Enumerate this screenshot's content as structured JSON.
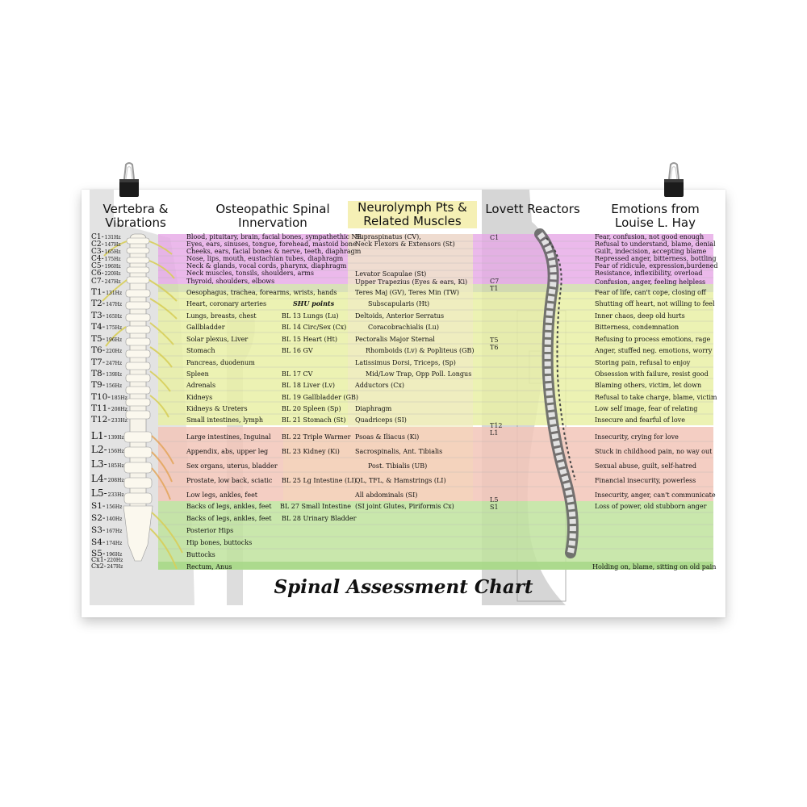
{
  "headers": {
    "vertebra": [
      "Vertebra &",
      "Vibrations"
    ],
    "osteo": [
      "Osteopathic Spinal",
      "Innervation"
    ],
    "neuro": [
      "Neurolymph Pts &",
      "Related Muscles"
    ],
    "lovett": "Lovett Reactors",
    "emotions": [
      "Emotions from",
      "Louise L. Hay"
    ]
  },
  "shu_label": "SHU points",
  "title": "Spinal Assessment Chart",
  "vertebrae": [
    {
      "label": "C1-",
      "hz": "131Hz"
    },
    {
      "label": "C2-",
      "hz": "147Hz"
    },
    {
      "label": "C3-",
      "hz": "165Hz"
    },
    {
      "label": "C4-",
      "hz": "175Hz"
    },
    {
      "label": "C5-",
      "hz": "196Hz"
    },
    {
      "label": "C6-",
      "hz": "220Hz"
    },
    {
      "label": "C7-",
      "hz": "247Hz"
    },
    {
      "label": "T1-",
      "hz": "131Hz"
    },
    {
      "label": "T2-",
      "hz": "147Hz"
    },
    {
      "label": "T3-",
      "hz": "165Hz"
    },
    {
      "label": "T4-",
      "hz": "175Hz"
    },
    {
      "label": "T5-",
      "hz": "196Hz"
    },
    {
      "label": "T6-",
      "hz": "220Hz"
    },
    {
      "label": "T7-",
      "hz": "247Hz"
    },
    {
      "label": "T8-",
      "hz": "139Hz"
    },
    {
      "label": "T9-",
      "hz": "156Hz"
    },
    {
      "label": "T10-",
      "hz": "185Hz"
    },
    {
      "label": "T11-",
      "hz": "208Hz"
    },
    {
      "label": "T12-",
      "hz": "233Hz"
    },
    {
      "label": "L1-",
      "hz": "139Hz"
    },
    {
      "label": "L2-",
      "hz": "156Hz"
    },
    {
      "label": "L3-",
      "hz": "185Hz"
    },
    {
      "label": "L4-",
      "hz": "208Hz"
    },
    {
      "label": "L5-",
      "hz": "233Hz"
    },
    {
      "label": "S1-",
      "hz": "156Hz"
    },
    {
      "label": "S2-",
      "hz": "140Hz"
    },
    {
      "label": "S3-",
      "hz": "167Hz"
    },
    {
      "label": "S4-",
      "hz": "174Hz"
    },
    {
      "label": "S5-",
      "hz": "196Hz"
    },
    {
      "label": "Cx1-",
      "hz": "220Hz"
    },
    {
      "label": "Cx2-",
      "hz": "247Hz"
    }
  ],
  "innervation": [
    "Blood, pituitary, brain, facial bones, sympathethic NS",
    "Eyes, ears, sinuses, tongue, forehead, mastoid bone",
    "Cheeks, ears, facial bones & nerve, teeth, diaphragm",
    "Nose, lips, mouth, eustachian tubes, diaphragm",
    "Neck & glands, vocal cords, pharynx, diaphragm",
    "Neck muscles, tonsils, shoulders, arms",
    "Thyroid, shoulders, elbows",
    "Oesophagus, trachea, forearms, wrists, hands",
    "Heart, coronary arteries",
    "Lungs, breasts, chest",
    "Gallbladder",
    "Solar plexus, Liver",
    "Stomach",
    "Pancreas, duodenum",
    "Spleen",
    "Adrenals",
    "Kidneys",
    "Kidneys & Ureters",
    "Small intestines, lymph",
    "Large intestines, Inguinal",
    "Appendix, abs, upper leg",
    "Sex organs, uterus, bladder",
    "Prostate, low back, sciatic",
    "Low legs, ankles, feet",
    "Backs of legs, ankles, feet",
    "Backs of legs, ankles, feet",
    "Posterior Hips",
    "Hip bones, buttocks",
    "Buttocks",
    "Rectum, Anus"
  ],
  "shu": [
    "BL 13 Lungs (Lu)",
    "BL 14 Circ/Sex (Cx)",
    "BL 15 Heart (Ht)",
    "BL 16 GV",
    "BL 17 CV",
    "BL 18 Liver (Lv)",
    "BL 19 Gallbladder (GB)",
    "BL 20 Spleen (Sp)",
    "BL 21 Stomach (St)",
    "BL 22 Triple Warmer",
    "BL 23 Kidney (Ki)",
    "BL 25 Lg Intestine (LI)",
    "BL 27 Small Intestine",
    "BL 28 Urinary Bladder"
  ],
  "neuro": [
    "Supraspinatus (CV),",
    "Neck Flexors & Extensors (St)",
    "Levator Scapulae (St)",
    "Upper Trapezius (Eyes & ears, Ki)",
    "Teres Maj (GV), Teres Min (TW)",
    "Subscapularis (Ht)",
    "Deltoids, Anterior Serratus",
    "Coracobrachialis (Lu)",
    "Pectoralis Major Sternal",
    "Rhomboids (Lv) & Popliteus (GB)",
    "Latissimus Dorsi, Triceps, (Sp)",
    "Mid/Low Trap, Opp Poll. Longus",
    "Adductors (Cx)",
    "Diaphragm",
    "Quadriceps (SI)",
    "Psoas & Iliacus (Ki)",
    "Sacrospinalis, Ant. Tibialis",
    "Post. Tibialis (UB)",
    "QL, TFL, & Hamstrings (LI)",
    "All abdominals (SI)",
    "(SI joint Glutes, Piriformis Cx)"
  ],
  "lovett": [
    "C1",
    "C7",
    "T1",
    "T5",
    "T6",
    "T12",
    "L1",
    "L5",
    "S1"
  ],
  "emotions": [
    "Fear, confusion, not good enough",
    "Refusal to understand, blame, denial",
    "Guilt, indecision, accepting blame",
    "Repressed anger, bitterness, bottling",
    "Fear of ridicule, expression,burdened",
    "Resistance, inflexibility, overload",
    "Confusion, anger, feeling helpless",
    "Fear of life, can't cope, closing off",
    "Shutting off heart, not willing to feel",
    "Inner chaos, deep old hurts",
    "Bitterness, condemnation",
    "Refusing to process emotions, rage",
    "Anger, stuffed neg. emotions, worry",
    "Storing pain, refusal to enjoy",
    "Obsession with failure, resist good",
    "Blaming others, victim, let down",
    "Refusal to take charge, blame, victim",
    "Low self image, fear of relating",
    "Insecure and fearful of love",
    "Insecurity, crying for love",
    "Stuck in childhood pain, no way out",
    "Sexual abuse, guilt, self-hatred",
    "Financial insecurity, powerless",
    "Insecurity, anger, can't communicate",
    "Loss of power, old stubborn anger",
    "Holding on, blame, sitting on old pain"
  ]
}
